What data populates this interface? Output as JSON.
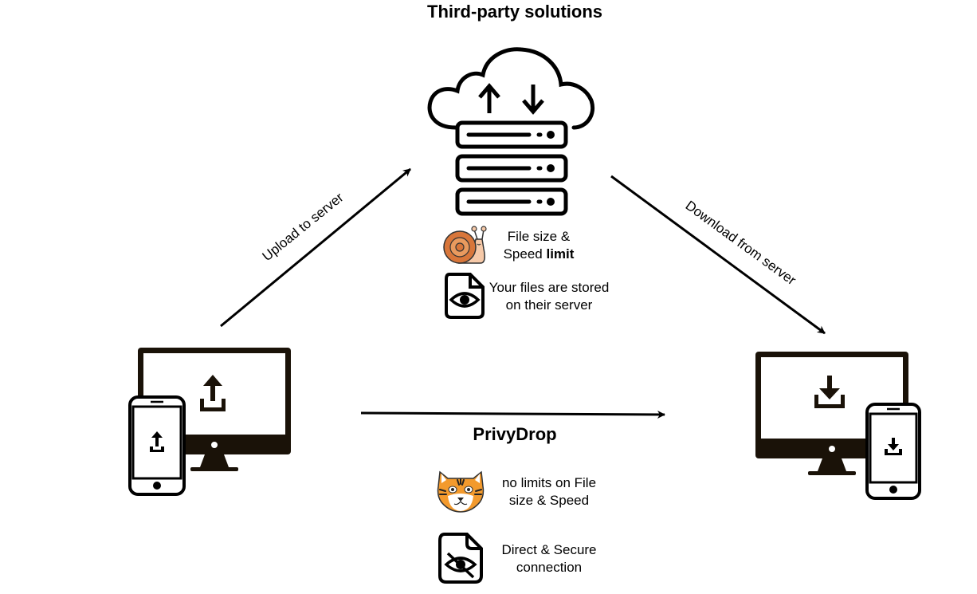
{
  "top_title": "Third-party solutions",
  "bottom_title": "PrivyDrop",
  "arrows": {
    "upload_label": "Upload to server",
    "download_label": "Download from server"
  },
  "third_party_notes": {
    "limit_line1": "File size &",
    "limit_line2_prefix": "Speed ",
    "limit_line2_bold": "limit",
    "stored_line1": "Your files are stored",
    "stored_line2": "on their server"
  },
  "privydrop_notes": {
    "nolimit_line1": "no limits on File",
    "nolimit_line2": "size & Speed",
    "secure_line1": "Direct & Secure",
    "secure_line2": "connection"
  },
  "icons": {
    "cloud_server": "cloud-server-icon",
    "snail": "snail-icon",
    "file_eye": "file-eye-icon",
    "tiger": "tiger-icon",
    "file_eye_slash": "file-eye-slash-icon",
    "sender_devices": "desktop-phone-upload-icon",
    "receiver_devices": "desktop-phone-download-icon"
  }
}
